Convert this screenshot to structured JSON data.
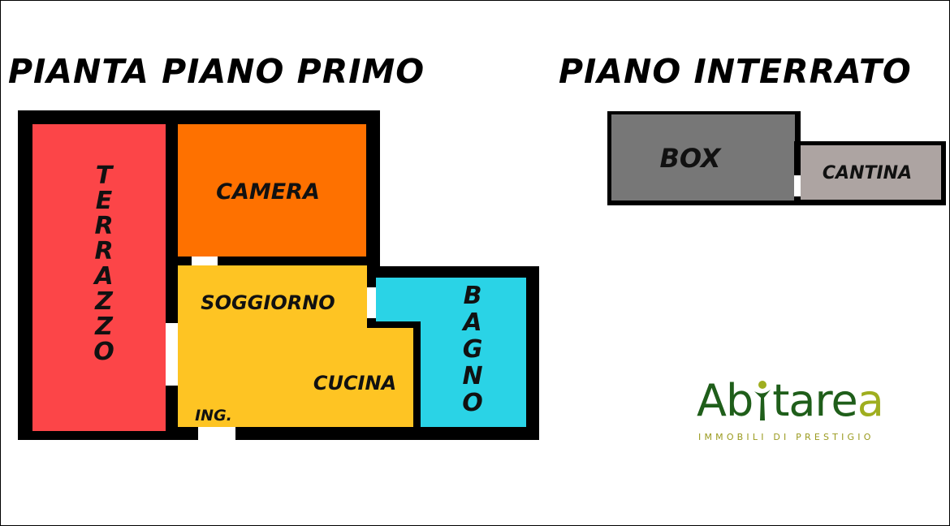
{
  "titles": {
    "primo": "PIANTA PIANO PRIMO",
    "interrato": "PIANO INTERRATO"
  },
  "rooms": {
    "terrazzo": {
      "label": "TERRAZZO",
      "color": "#fc4548"
    },
    "camera": {
      "label": "CAMERA",
      "color": "#fe7100"
    },
    "soggiorno": {
      "label": "SOGGIORNO",
      "color": "#fec423"
    },
    "cucina": {
      "label": "CUCINA",
      "color": "#fec423"
    },
    "ingresso": {
      "label": "ING.",
      "color": "#fec423"
    },
    "bagno": {
      "label": "BAGNO",
      "color": "#2ad3e6"
    },
    "box": {
      "label": "BOX",
      "color": "#777777"
    },
    "cantina": {
      "label": "CANTINA",
      "color": "#ada4a2"
    }
  },
  "logo": {
    "brand_start": "Ab",
    "brand_end": "tare",
    "brand_last": "a",
    "tagline": "IMMOBILI DI PRESTIGIO",
    "green": "#1f5e1a",
    "lime": "#9fae1f"
  }
}
